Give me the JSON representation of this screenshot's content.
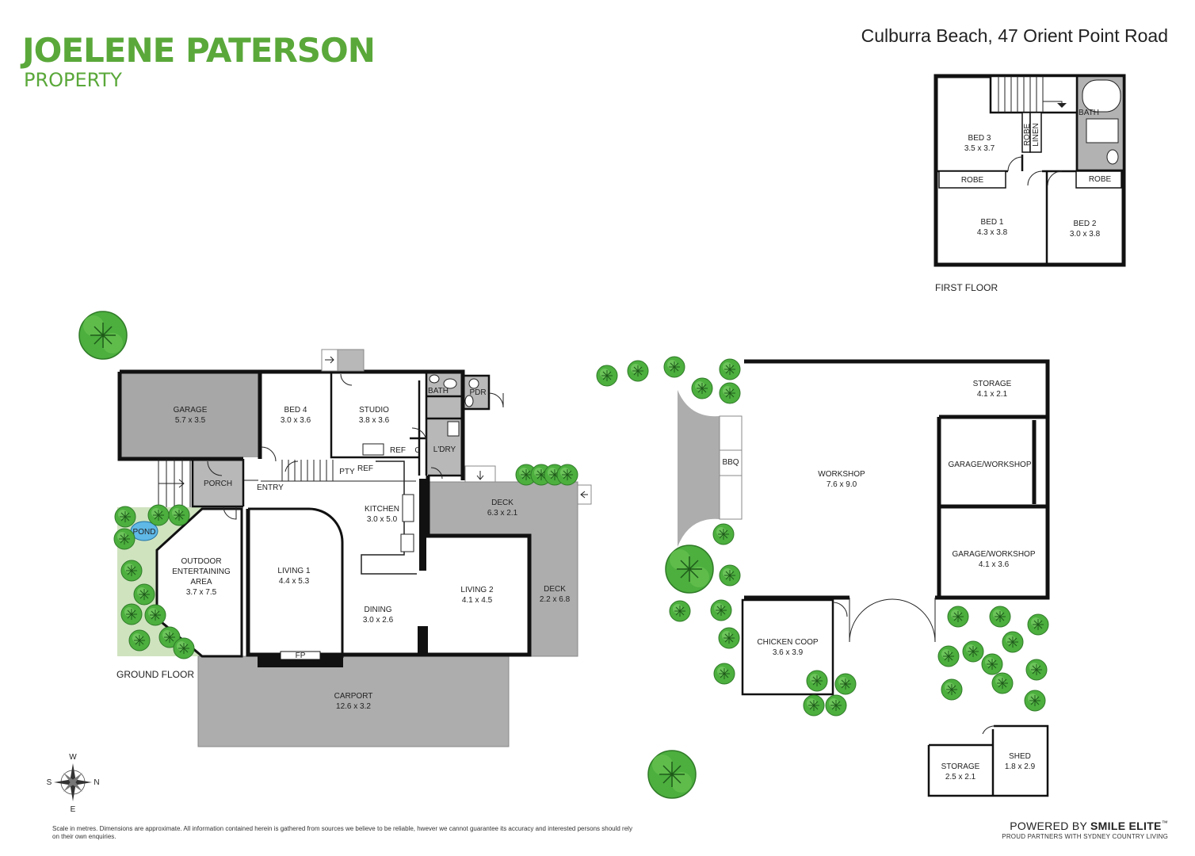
{
  "brand": {
    "name": "JOELENE PATERSON",
    "subtitle": "PROPERTY"
  },
  "address": "Culburra Beach, 47 Orient Point Road",
  "floors": {
    "first": "FIRST FLOOR",
    "ground": "GROUND FLOOR"
  },
  "rooms": {
    "bed3": {
      "name": "BED 3",
      "dims": "3.5 x 3.7"
    },
    "bath_upper": {
      "name": "BATH"
    },
    "robe_upper": {
      "name": "ROBE"
    },
    "linen": {
      "name": "LINEN"
    },
    "robe_bed1": {
      "name": "ROBE"
    },
    "robe_bed2": {
      "name": "ROBE"
    },
    "bed1": {
      "name": "BED 1",
      "dims": "4.3 x 3.8"
    },
    "bed2": {
      "name": "BED 2",
      "dims": "3.0 x 3.8"
    },
    "garage": {
      "name": "GARAGE",
      "dims": "5.7 x 3.5"
    },
    "bed4": {
      "name": "BED 4",
      "dims": "3.0 x 3.6"
    },
    "studio": {
      "name": "STUDIO",
      "dims": "3.8 x 3.6"
    },
    "bath_lower": {
      "name": "BATH"
    },
    "pdr": {
      "name": "PDR"
    },
    "ldry": {
      "name": "L'DRY"
    },
    "cupboard": {
      "name": "C"
    },
    "ref1": {
      "name": "REF"
    },
    "ref2": {
      "name": "REF"
    },
    "pty": {
      "name": "PTY"
    },
    "porch": {
      "name": "PORCH"
    },
    "entry": {
      "name": "ENTRY"
    },
    "kitchen": {
      "name": "KITCHEN",
      "dims": "3.0 x 5.0"
    },
    "deck_top": {
      "name": "DECK",
      "dims": "6.3 x 2.1"
    },
    "deck_side": {
      "name": "DECK",
      "dims": "2.2 x 6.8"
    },
    "pond": {
      "name": "POND"
    },
    "outdoor": {
      "name_1": "OUTDOOR",
      "name_2": "ENTERTAINING",
      "name_3": "AREA",
      "dims": "3.7 x 7.5"
    },
    "living1": {
      "name": "LIVING 1",
      "dims": "4.4 x 5.3"
    },
    "living2": {
      "name": "LIVING 2",
      "dims": "4.1 x 4.5"
    },
    "dining": {
      "name": "DINING",
      "dims": "3.0 x 2.6"
    },
    "fp": {
      "name": "FP"
    },
    "carport": {
      "name": "CARPORT",
      "dims": "12.6 x 3.2"
    },
    "storage_top": {
      "name": "STORAGE",
      "dims": "4.1 x 2.1"
    },
    "bbq": {
      "name": "BBQ"
    },
    "workshop": {
      "name": "WORKSHOP",
      "dims": "7.6 x 9.0"
    },
    "garage_ws1": {
      "name": "GARAGE/WORKSHOP"
    },
    "garage_ws2": {
      "name": "GARAGE/WORKSHOP",
      "dims": "4.1 x 3.6"
    },
    "chicken": {
      "name": "CHICKEN COOP",
      "dims": "3.6 x 3.9"
    },
    "storage_bottom": {
      "name": "STORAGE",
      "dims": "2.5 x 2.1"
    },
    "shed": {
      "name": "SHED",
      "dims": "1.8 x 2.9"
    }
  },
  "compass": {
    "n": "N",
    "s": "S",
    "e": "E",
    "w": "W"
  },
  "colors": {
    "brand_green": "#5aa83a",
    "garage_gray": "#a7a7a7",
    "deck_gray": "#adadad",
    "garden_green": "#cfe3bf",
    "tree_green": "#4caf3e",
    "pond_blue": "#5fb8e6"
  },
  "footer": {
    "disclaimer": "Scale in metres. Dimensions are approximate. All information contained herein is gathered from sources we believe to be reliable, hwever we cannot guarantee its accuracy and interested persons should rely on their own enquiries.",
    "powered_prefix": "POWERED BY ",
    "powered_brand": "SMILE ELITE",
    "tm": "™",
    "tagline": "PROUD PARTNERS WITH SYDNEY COUNTRY LIVING"
  }
}
